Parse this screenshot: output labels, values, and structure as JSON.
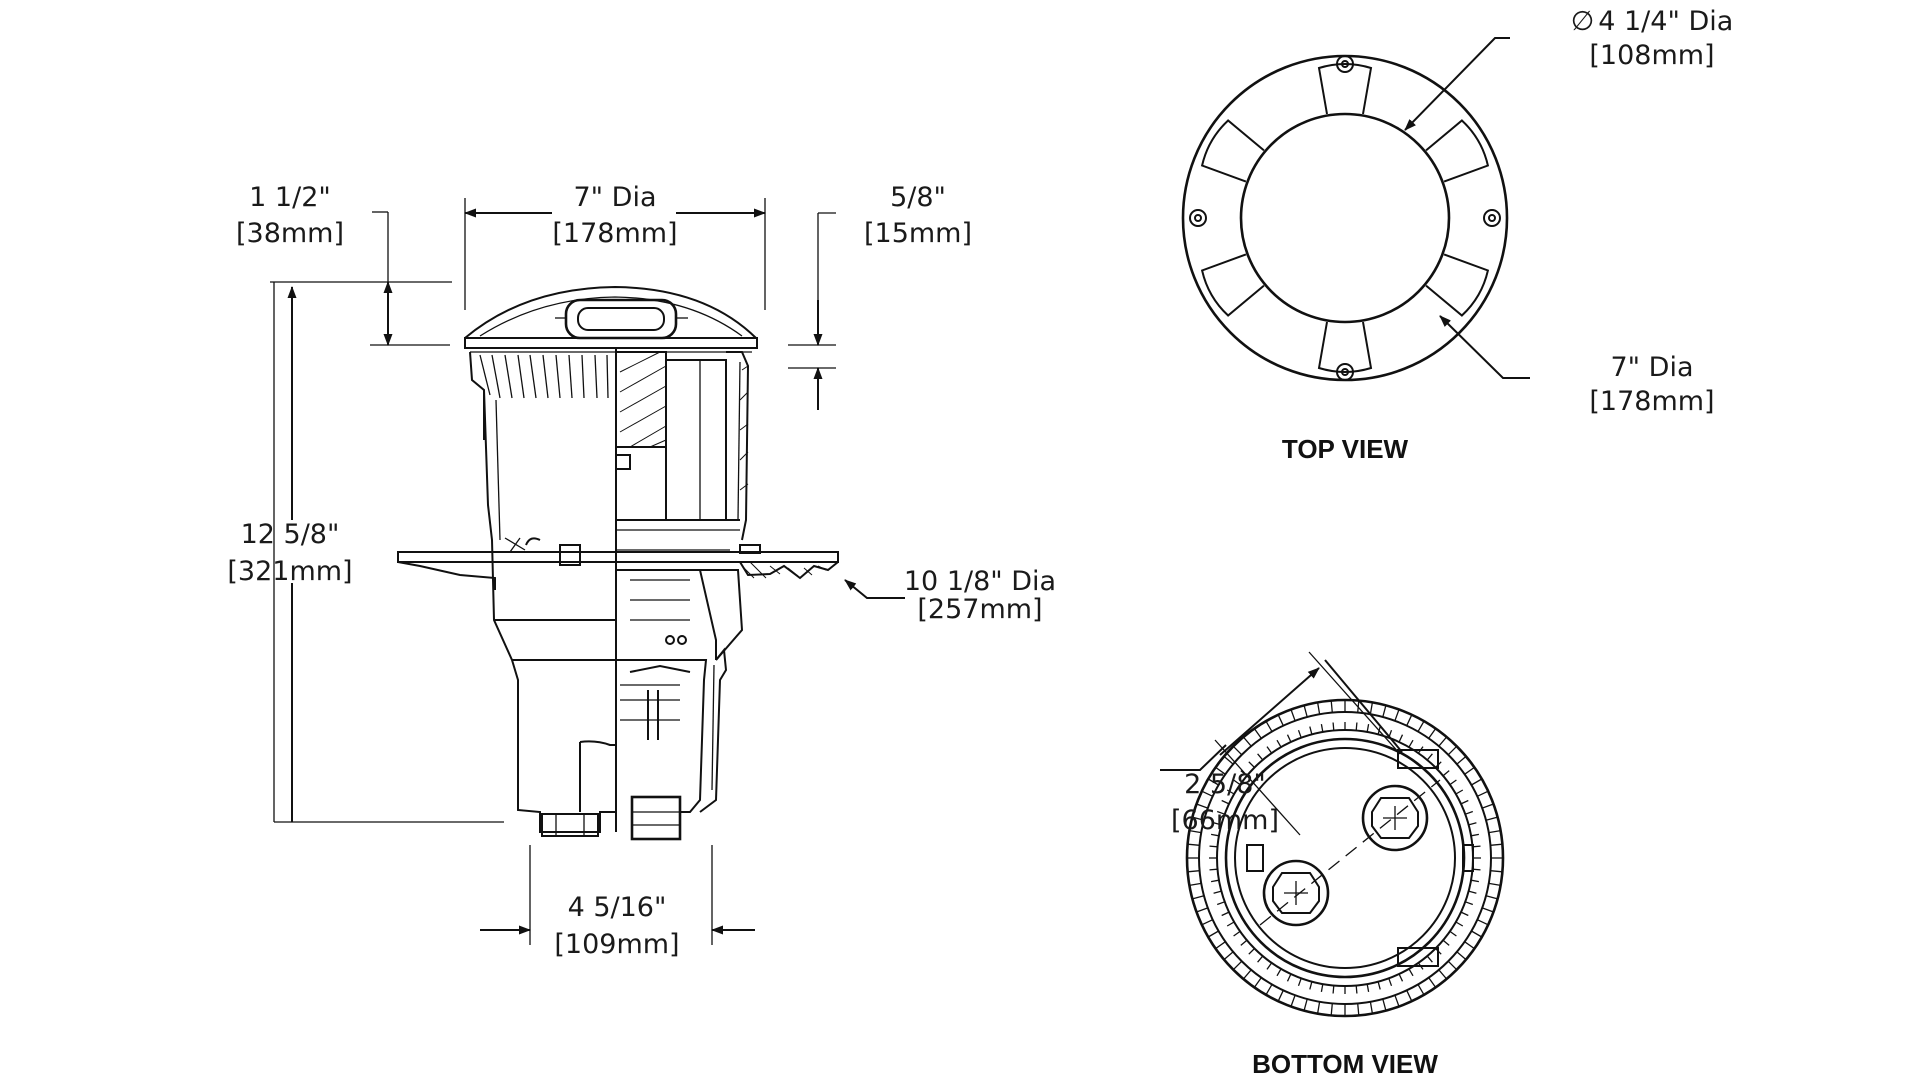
{
  "side_view": {
    "dim_top_lip": {
      "imperial": "1 1/2\"",
      "metric": "[38mm]"
    },
    "dim_top_dia": {
      "imperial": "7\" Dia",
      "metric": "[178mm]"
    },
    "dim_flange_thk": {
      "imperial": "5/8\"",
      "metric": "[15mm]"
    },
    "dim_height": {
      "imperial": "12 5/8\"",
      "metric": "[321mm]"
    },
    "dim_flange_dia": {
      "imperial": "10 1/8\" Dia",
      "metric": "[257mm]"
    },
    "dim_base": {
      "imperial": "4 5/16\"",
      "metric": "[109mm]"
    }
  },
  "top_view": {
    "label": "TOP VIEW",
    "dim_opening": {
      "symbol": "∅",
      "imperial": "4 1/4\" Dia",
      "metric": "[108mm]"
    },
    "dim_outer": {
      "imperial": "7\" Dia",
      "metric": "[178mm]"
    }
  },
  "bottom_view": {
    "label": "BOTTOM VIEW",
    "dim_ports": {
      "imperial": "2 5/8\"",
      "metric": "[66mm]"
    }
  }
}
